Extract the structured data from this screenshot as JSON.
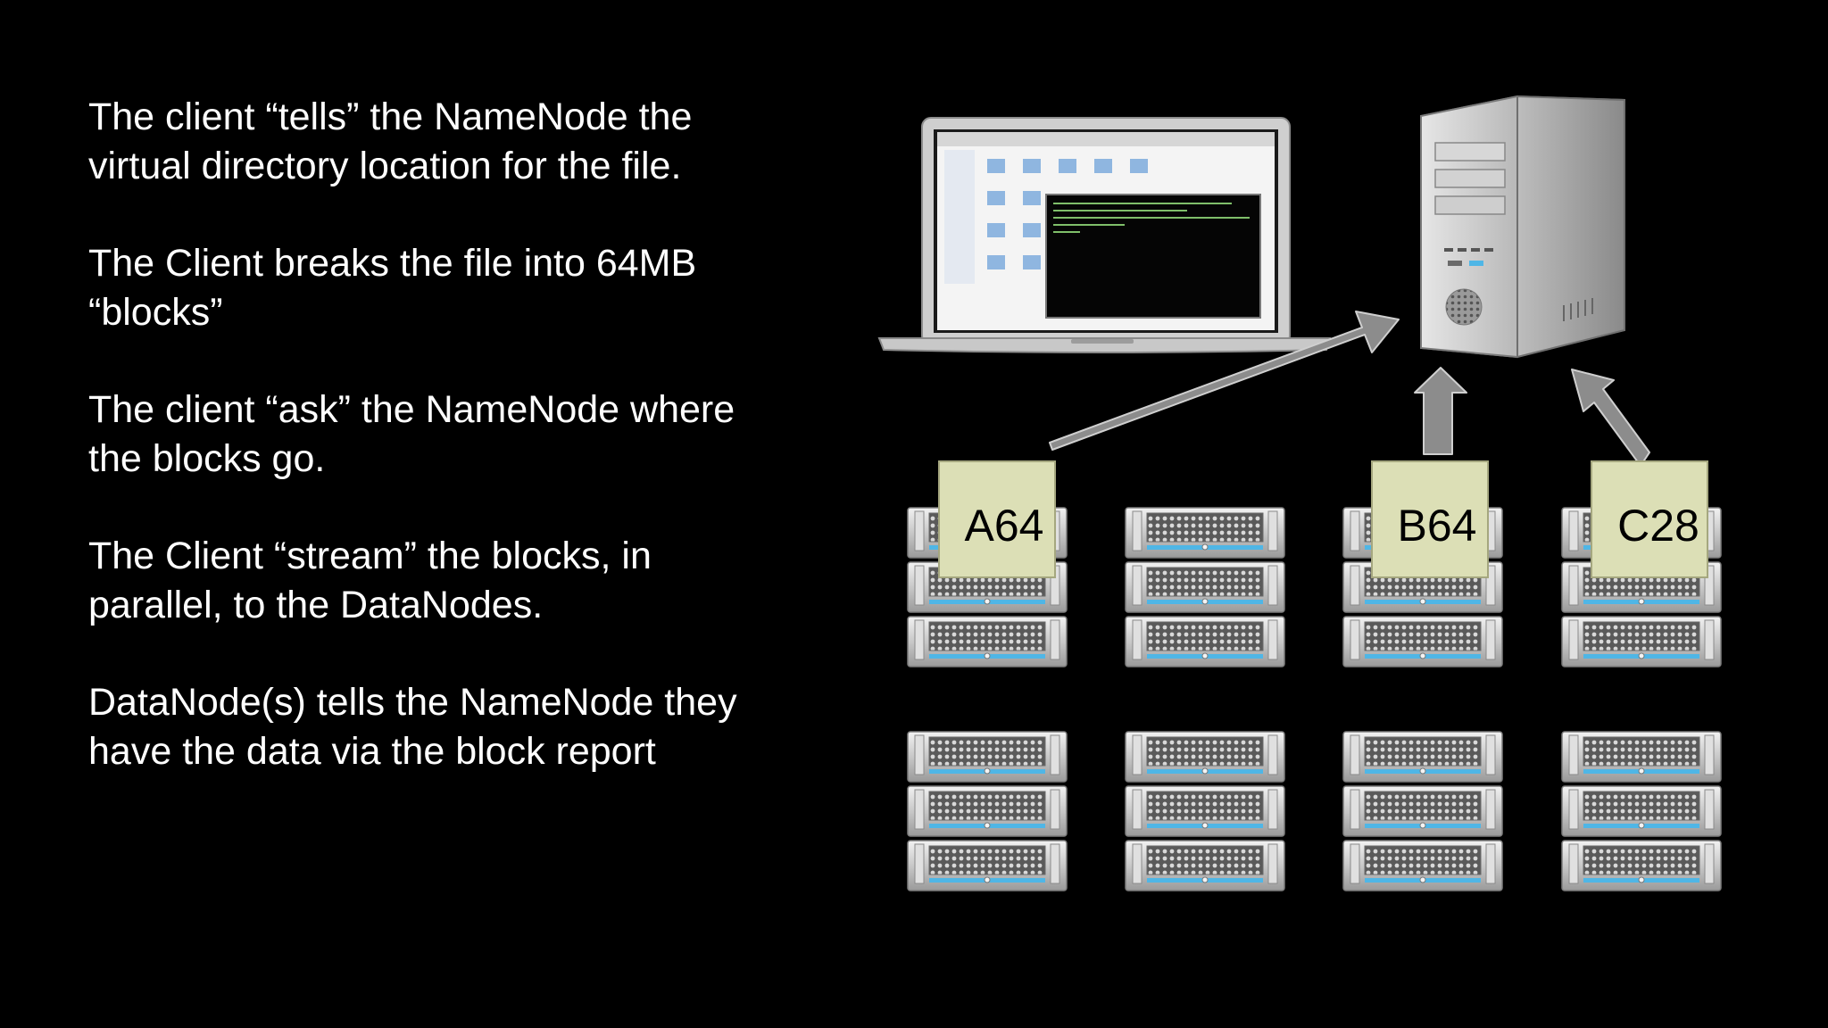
{
  "slide": {
    "background": "#000000",
    "paragraphs": [
      "The client “tells” the NameNode the\nvirtual directory location for the file.",
      "The Client breaks the file into 64MB\n“blocks”",
      "The client “ask” the NameNode where\nthe blocks go.",
      "The Client “stream” the blocks, in\nparallel, to the DataNodes.",
      "DataNode(s) tells the NameNode they\nhave the data via the block report"
    ]
  },
  "diagram": {
    "client": {
      "icon": "laptop-icon"
    },
    "namenode": {
      "icon": "server-tower-icon"
    },
    "datanode_racks": {
      "icon": "rack-server-icon",
      "columns": 4,
      "groups": 2,
      "units_per_stack": 3
    },
    "blocks": [
      {
        "label": "A64",
        "rack_column": 1
      },
      {
        "label": "B64",
        "rack_column": 3
      },
      {
        "label": "C28",
        "rack_column": 4
      }
    ],
    "colors": {
      "arrow": "#8c8c8c",
      "block_fill": "#dcdfb6",
      "rack_silver": "#d8d8d8",
      "rack_accent": "#4fb6e6",
      "tower_silver": "#c9c9c9"
    }
  }
}
